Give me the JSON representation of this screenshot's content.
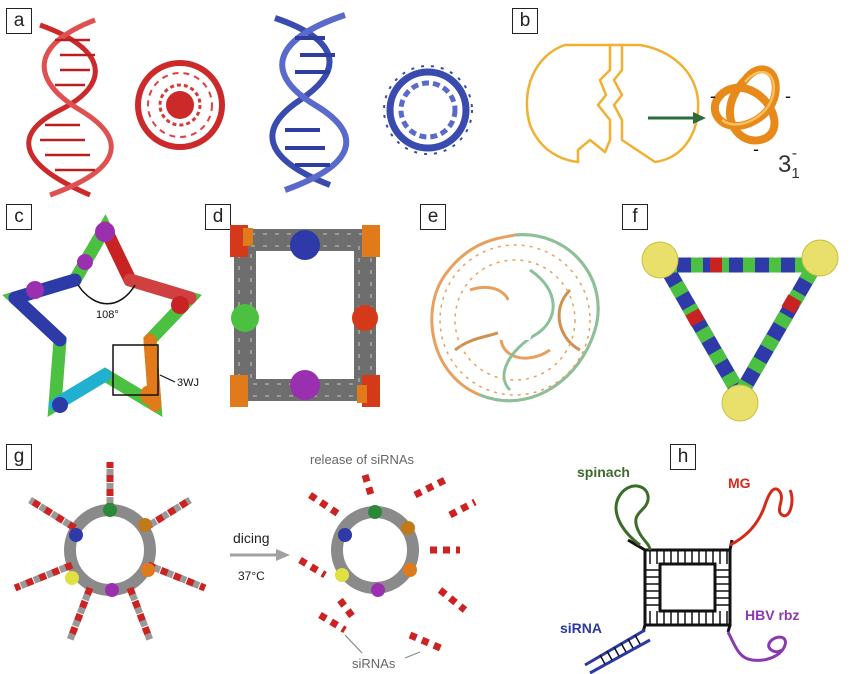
{
  "figure": {
    "panels": [
      {
        "id": "a",
        "label": "a"
      },
      {
        "id": "b",
        "label": "b"
      },
      {
        "id": "c",
        "label": "c"
      },
      {
        "id": "d",
        "label": "d"
      },
      {
        "id": "e",
        "label": "e"
      },
      {
        "id": "f",
        "label": "f"
      },
      {
        "id": "g",
        "label": "g"
      },
      {
        "id": "h",
        "label": "h"
      }
    ]
  },
  "panel_b": {
    "knot_base": "3",
    "knot_sub": "1",
    "knot_sup": "-",
    "sign_marks": [
      "-",
      "-",
      "-"
    ]
  },
  "panel_c": {
    "angle_label": "108°",
    "junction_label": "3WJ"
  },
  "panel_g": {
    "arrow_label": "dicing",
    "temperature_label": "37°C",
    "release_label": "release of siRNAs",
    "sirnas_label": "siRNAs"
  },
  "panel_h": {
    "spinach_label": "spinach",
    "mg_label": "MG",
    "sirna_label": "siRNA",
    "hbv_label": "HBV rbz"
  },
  "colors": {
    "red_helix": "#cc2a2a",
    "blue_helix": "#3a4bb0",
    "knot_orange": "#e88a1a",
    "outline_yellow": "#f0b030",
    "arrow_green": "#2e6b3a",
    "spinach_green": "#3c6b2a",
    "mg_red": "#d42a1a",
    "sirna_blue": "#2a3aa0",
    "hbv_purple": "#8a3ab0"
  }
}
